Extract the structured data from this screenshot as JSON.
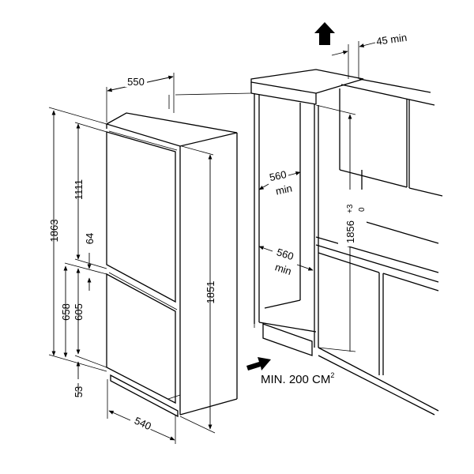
{
  "diagram": {
    "dimensions": {
      "depth_top": "550",
      "depth_bottom": "540",
      "total_height": "1863",
      "upper_door": "1111",
      "door_gap": "64",
      "lower_section": "658",
      "lower_door": "605",
      "plinth": "53",
      "body_height": "1851",
      "niche_height": "1856",
      "niche_tolerance_plus": "+3",
      "niche_tolerance_minus": "0",
      "niche_width_label": "560",
      "niche_width_min": "min",
      "niche_depth_label": "560",
      "niche_depth_min": "min",
      "vent_gap": "45 min"
    },
    "ventilation_label": "MIN. 200 CM",
    "ventilation_superscript": "2"
  }
}
